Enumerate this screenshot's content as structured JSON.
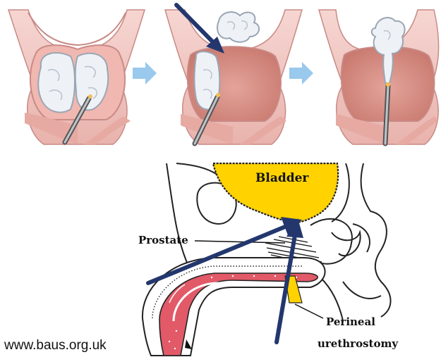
{
  "colors": {
    "tissue": "#efc3c3",
    "tissue_dark": "#d79a9a",
    "bladder_wall": "#e8a89f",
    "bladder_inner": "#d98c82",
    "lobe": "#e9eef5",
    "arrow_blue": "#7fb8e6",
    "pointer_navy": "#23376e",
    "bladder_yellow": "#ffd200",
    "urethra_red": "#e25a68"
  },
  "diagram": {
    "bladder_label": "Bladder",
    "prostate_label": "Prostate",
    "perineal_label_line1": "Perineal",
    "perineal_label_line2": "urethrostomy"
  },
  "credit": "www.baus.org.uk"
}
